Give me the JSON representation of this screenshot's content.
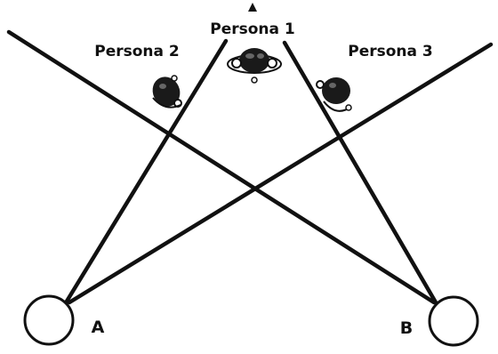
{
  "diagram": {
    "points": {
      "a": {
        "label": "A"
      },
      "b": {
        "label": "B"
      }
    },
    "persons": [
      {
        "label": "Persona 1",
        "icon": "person-head-icon"
      },
      {
        "label": "Persona 2",
        "icon": "person-head-icon"
      },
      {
        "label": "Persona 3",
        "icon": "person-head-icon"
      }
    ],
    "colors": {
      "line": "#111111",
      "background": "#ffffff"
    }
  }
}
